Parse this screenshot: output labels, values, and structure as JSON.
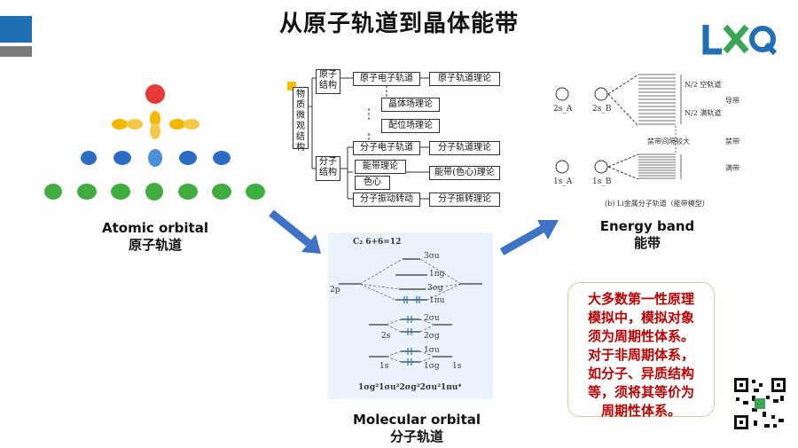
{
  "slide": {
    "title": "从原子轨道到晶体能带",
    "logo_text": "LXQ",
    "colors": {
      "accent_blue": "#1f6fb5",
      "arrow_blue": "#3f72c4",
      "note_red": "#c00000",
      "corner_gray": "#7a7a7a"
    }
  },
  "atomic": {
    "caption_en": "Atomic orbital",
    "caption_zh": "原子轨道"
  },
  "molecular": {
    "caption_en": "Molecular orbital",
    "caption_zh": "分子轨道",
    "diagram": {
      "header": "C₂  6+6=12",
      "labels": [
        "3σu",
        "2p",
        "1πg",
        "3σg",
        "1πu",
        "2s",
        "2σu",
        "2σg",
        "1s",
        "1σu",
        "1σg",
        "1s"
      ],
      "config": "1σg²1σu²2σg²2σu²1πu⁴"
    }
  },
  "energy": {
    "caption_en": "Energy band",
    "caption_zh": "能带",
    "diagram": {
      "labels": [
        "2s_A",
        "2s_B",
        "1s_A",
        "1s_B"
      ],
      "band_labels": [
        "N/2 空轨道",
        "N/2 满轨道",
        "禁带间隔较大",
        "禁带",
        "导带",
        "满带"
      ],
      "figure_caption": "(b) Li金属分子轨道（能带模型）"
    }
  },
  "tree": {
    "root": "物质微观结构",
    "atom_structure": "原子结构",
    "atomic_e_orbital": "原子电子轨道",
    "atomic_orbital_theory": "原子轨道理论",
    "crystal_field": "晶体场理论",
    "ligand_field": "配位场理论",
    "molecular_structure": "分子结构",
    "molecular_e_orbital": "分子电子轨道",
    "molecular_orbital_theory": "分子轨道理论",
    "band_theory": "能带理论",
    "color_center": "色心",
    "band_color_theory": "能带(色心)理论",
    "mol_vibration": "分子振动转动",
    "mol_vib_theory": "分子振转理论"
  },
  "note_lines": [
    "大多数第一性原理",
    "模拟中，模拟对象",
    "须为周期性体系。",
    "对于非周期体系，",
    "如分子、异质结构",
    "等，须将其等价为",
    "周期性体系。"
  ]
}
